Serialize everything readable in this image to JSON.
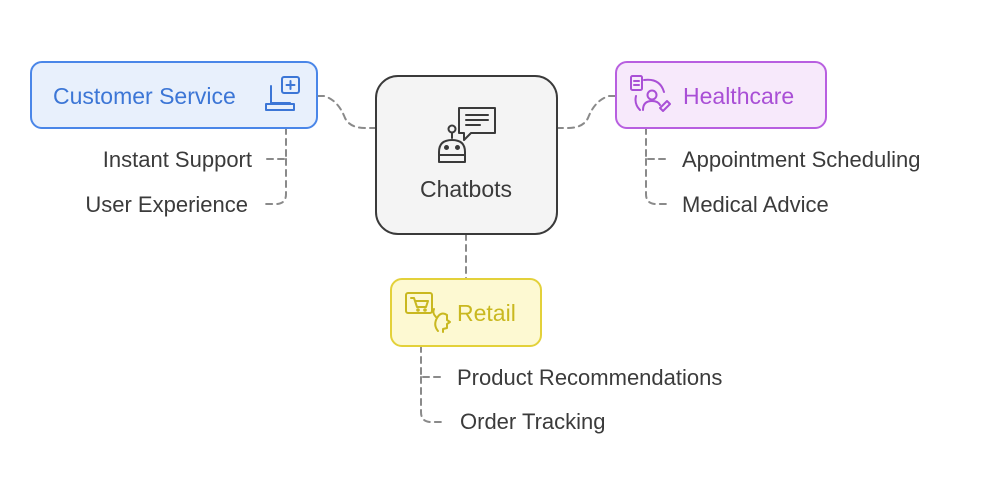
{
  "center": {
    "label": "Chatbots",
    "icon": "chatbot-icon",
    "fill": "#f4f4f4",
    "stroke": "#3a3a3a"
  },
  "branches": {
    "customer_service": {
      "label": "Customer Service",
      "icon": "support-laptop-icon",
      "fill": "#e8f0fc",
      "stroke": "#4a86e8",
      "text_color": "#3c76d6",
      "items": [
        "Instant Support",
        "User Experience"
      ]
    },
    "healthcare": {
      "label": "Healthcare",
      "icon": "patient-care-icon",
      "fill": "#f7e9fb",
      "stroke": "#b85fe0",
      "text_color": "#a94fd6",
      "items": [
        "Appointment Scheduling",
        "Medical Advice"
      ]
    },
    "retail": {
      "label": "Retail",
      "icon": "shopping-assistant-icon",
      "fill": "#fdf9d2",
      "stroke": "#e3d13a",
      "text_color": "#c9b820",
      "items": [
        "Product Recommendations",
        "Order Tracking"
      ]
    }
  },
  "connector_color": "#8a8a8a"
}
